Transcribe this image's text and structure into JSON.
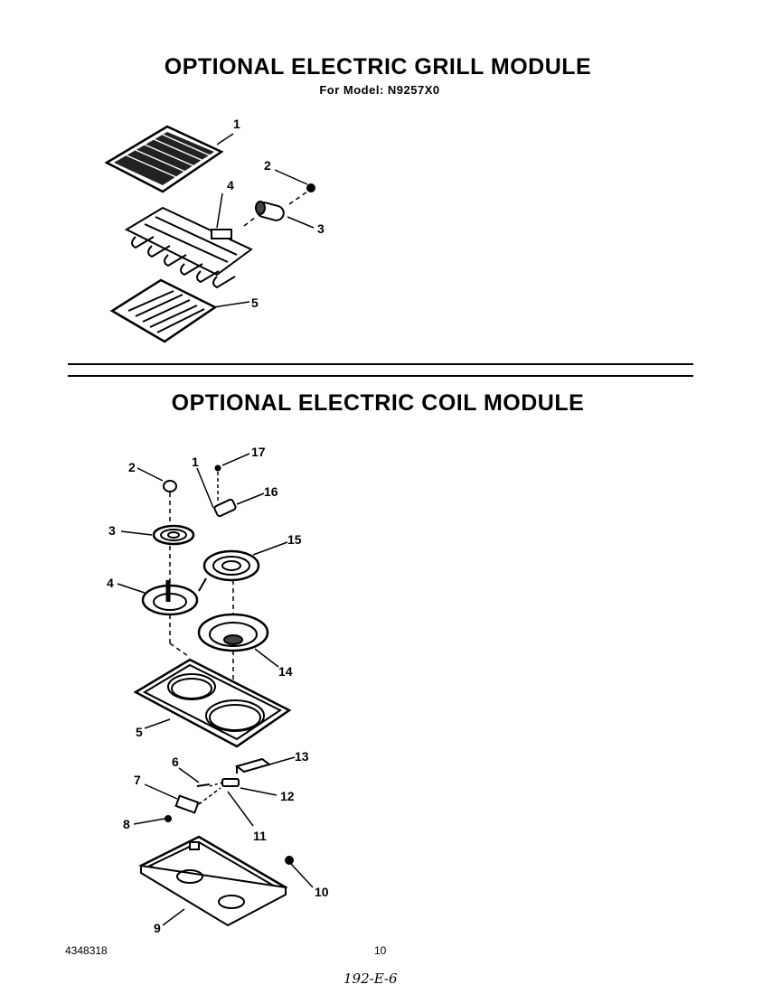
{
  "grill_module": {
    "title": "OPTIONAL ELECTRIC GRILL MODULE",
    "subtitle": "For Model: N9257X0",
    "callouts": [
      "1",
      "2",
      "3",
      "4",
      "5"
    ]
  },
  "coil_module": {
    "title": "OPTIONAL ELECTRIC COIL MODULE",
    "callouts": [
      "1",
      "2",
      "3",
      "4",
      "5",
      "6",
      "7",
      "8",
      "9",
      "10",
      "11",
      "12",
      "13",
      "14",
      "15",
      "16",
      "17"
    ]
  },
  "footer": {
    "part_number": "4348318",
    "page_number": "10",
    "handwritten_note": "192-E-6"
  }
}
